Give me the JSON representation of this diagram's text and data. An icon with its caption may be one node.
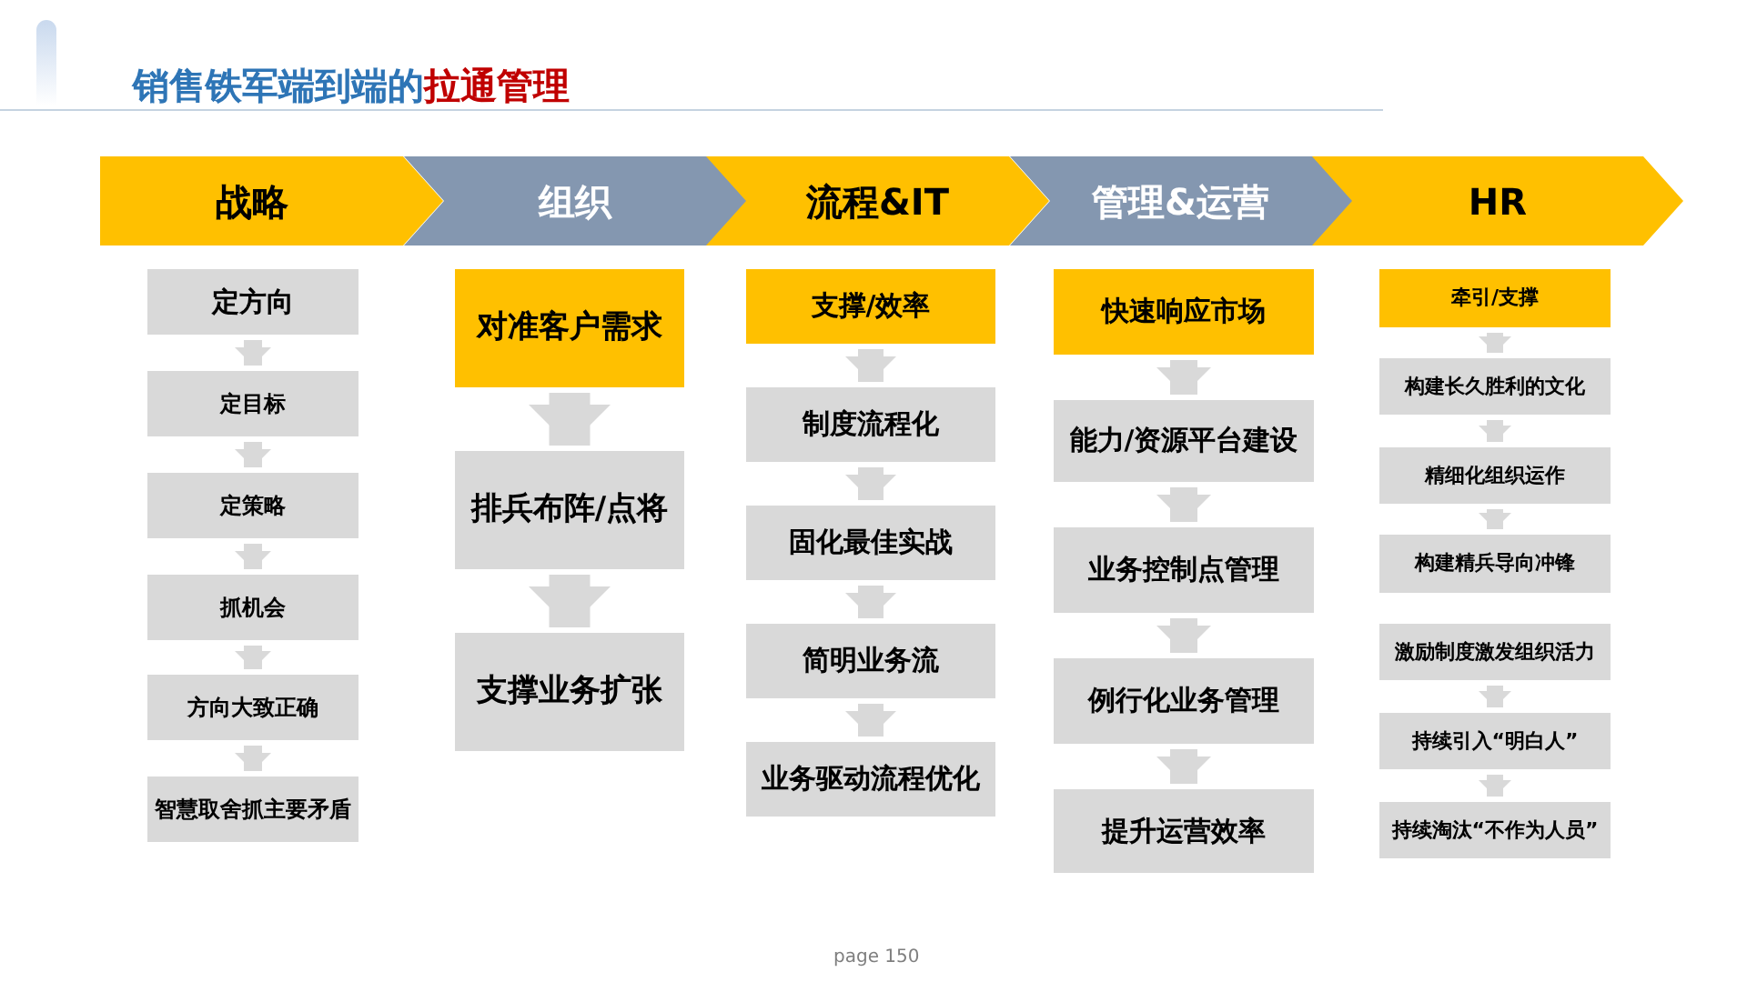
{
  "diagram": {
    "title": "销售铁军端到端的**拉通管理**",
    "nodes": [
      {
        "text": [
          "战略"
        ]
      },
      {
        "text": [
          "组织"
        ]
      },
      {
        "text": [
          "流程&IT"
        ]
      },
      {
        "text": [
          "管理&运营"
        ]
      },
      {
        "text": [
          "HR"
        ]
      },
      {
        "text": [
          "定方向"
        ]
      },
      {
        "text": [
          "定目标"
        ]
      },
      {
        "text": [
          "定策略"
        ]
      },
      {
        "text": [
          "抓机会"
        ]
      },
      {
        "text": [
          "方向大致正确"
        ]
      },
      {
        "text": [
          "智慧取舍抓主要矛盾"
        ]
      },
      {
        "text": [
          "对准客户需求"
        ]
      },
      {
        "text": [
          "排兵布阵/点将"
        ]
      },
      {
        "text": [
          "支撑业务扩张"
        ]
      },
      {
        "text": [
          "支撑/效率"
        ]
      },
      {
        "text": [
          "制度流程化"
        ]
      },
      {
        "text": [
          "固化最佳实战"
        ]
      },
      {
        "text": [
          "简明业务流"
        ]
      },
      {
        "text": [
          "业务驱动流程优化"
        ]
      },
      {
        "text": [
          "快速响应市场"
        ]
      },
      {
        "text": [
          "能力/资源平台建设"
        ]
      },
      {
        "text": [
          "业务控制点管理"
        ]
      },
      {
        "text": [
          "例行化业务管理"
        ]
      },
      {
        "text": [
          "提升运营效率"
        ]
      },
      {
        "text": [
          "牵引/支撑"
        ]
      },
      {
        "text": [
          "构建长久胜利的文化"
        ]
      },
      {
        "text": [
          "精细化组织运作"
        ]
      },
      {
        "text": [
          "构建精兵导向冲锋"
        ]
      },
      {
        "text": [
          "激励制度激发组织活力"
        ]
      },
      {
        "text": [
          "持续引入“明白人”"
        ]
      },
      {
        "text": [
          "持续淘汰“不作为人员”"
        ]
      }
    ],
    "edges": [
      {
        "from": 5,
        "to": 6,
        "arrow": "to"
      },
      {
        "from": 6,
        "to": 7,
        "arrow": "to"
      },
      {
        "from": 7,
        "to": 8,
        "arrow": "to"
      },
      {
        "from": 8,
        "to": 9,
        "arrow": "to"
      },
      {
        "from": 9,
        "to": 10,
        "arrow": "to"
      },
      {
        "from": 11,
        "to": 12,
        "arrow": "to",
        "style": "thick"
      },
      {
        "from": 12,
        "to": 13,
        "arrow": "to",
        "style": "thick"
      },
      {
        "from": 14,
        "to": 15,
        "arrow": "to"
      },
      {
        "from": 15,
        "to": 16,
        "arrow": "to"
      },
      {
        "from": 16,
        "to": 17,
        "arrow": "to"
      },
      {
        "from": 17,
        "to": 18,
        "arrow": "to"
      },
      {
        "from": 19,
        "to": 20,
        "arrow": "to"
      },
      {
        "from": 20,
        "to": 21,
        "arrow": "to"
      },
      {
        "from": 21,
        "to": 22,
        "arrow": "to"
      },
      {
        "from": 22,
        "to": 23,
        "arrow": "to"
      },
      {
        "from": 24,
        "to": 25,
        "arrow": "to"
      },
      {
        "from": 25,
        "to": 26,
        "arrow": "to"
      },
      {
        "from": 26,
        "to": 27,
        "arrow": "to"
      },
      {
        "from": 28,
        "to": 29,
        "arrow": "to"
      },
      {
        "from": 29,
        "to": 30,
        "arrow": "to"
      }
    ],
    "labels": [
      "page 150"
    ]
  }
}
